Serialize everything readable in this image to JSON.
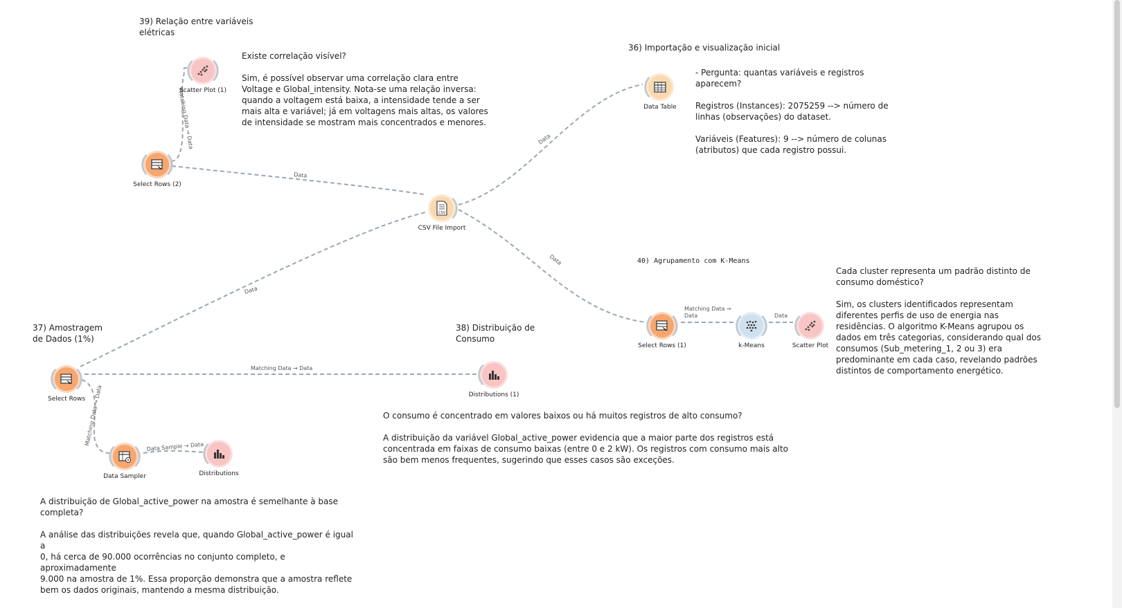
{
  "colors": {
    "link": "#9aa6b2",
    "orange_fill": "#f6a76f",
    "orange_ring": "#f9d7bd",
    "red_fill": "#f8c4c4",
    "red_ring": "#fbdede",
    "blue_fill": "#cfe0ef",
    "blue_ring": "#e4edf5",
    "peach_fill": "#fbd9b0",
    "peach_ring": "#fde8cf"
  },
  "nodes": {
    "scatter_plot_1": {
      "label": "Scatter Plot (1)",
      "icon": "scatter-plot-icon"
    },
    "select_rows_2": {
      "label": "Select Rows (2)",
      "icon": "select-rows-icon"
    },
    "csv_file_import": {
      "label": "CSV File Import",
      "icon": "csv-file-icon",
      "icon_text": "CSV"
    },
    "data_table": {
      "label": "Data Table",
      "icon": "data-table-icon"
    },
    "select_rows": {
      "label": "Select Rows",
      "icon": "select-rows-icon"
    },
    "data_sampler": {
      "label": "Data Sampler",
      "icon": "data-sampler-icon"
    },
    "distributions": {
      "label": "Distributions",
      "icon": "distributions-icon"
    },
    "distributions_1": {
      "label": "Distributions (1)",
      "icon": "distributions-icon"
    },
    "select_rows_1": {
      "label": "Select Rows (1)",
      "icon": "select-rows-icon"
    },
    "k_means": {
      "label": "k-Means",
      "icon": "k-means-icon"
    },
    "scatter_plot": {
      "label": "Scatter Plot",
      "icon": "scatter-plot-icon"
    }
  },
  "links": {
    "sr2_to_scatter1": "Matching Data → Data",
    "csv_to_sr2": "Data",
    "csv_to_datatable": "Data",
    "csv_to_selectrows": "Data",
    "csv_to_sr1": "Data",
    "selectrows_to_dist1": "Matching Data → Data",
    "selectrows_to_sampler": "Matching Data → Data",
    "sampler_to_dist": "Data Sample → Data",
    "sr1_to_kmeans": "Matching Data →\nData",
    "kmeans_to_scatter": "Data"
  },
  "notes": {
    "n39_title": "39) Relação entre variáveis\nelétricas",
    "n39_body": "Existe correlação visível?\n\nSim, é possível observar uma correlação clara entre\nVoltage e Global_intensity. Nota-se uma relação inversa:\nquando a voltagem está baixa, a intensidade tende a ser\nmais alta e variável; já em voltagens mais altas, os valores\nde intensidade se mostram mais concentrados e menores.",
    "n36_title": "36) Importação e visualização inicial",
    "n36_body": "- Pergunta: quantas variáveis e registros\naparecem?\n\nRegistros (Instances): 2075259 --> número de\nlinhas (observações) do dataset.\n\nVariáveis (Features): 9 --> número de colunas\n(atributos) que cada registro possui.",
    "n40_title": "40) Agrupamento com K-Means",
    "n40_body": "Cada cluster representa um padrão distinto de\nconsumo doméstico?\n\nSim, os clusters identificados representam\ndiferentes perfis de uso de energia nas\nresidências. O algoritmo K-Means agrupou os\ndados em três categorias, considerando qual dos\nconsumos (Sub_metering_1, 2 ou 3) era\npredominante em cada caso, revelando padrões\ndistintos de comportamento energético.",
    "n37_title": "37) Amostragem\nde Dados (1%)",
    "n38_title": "38) Distribuição de\nConsumo",
    "n38_body": "O consumo é concentrado em valores baixos ou há muitos registros de alto consumo?\n\nA distribuição da variável Global_active_power evidencia que a maior parte dos registros está\nconcentrada em faixas de consumo baixas (entre 0 e 2 kW). Os registros com consumo mais alto\nsão bem menos frequentes, sugerindo que esses casos são exceções.",
    "n37_body": "A distribuição de Global_active_power na amostra é semelhante à base\ncompleta?\n\nA análise das distribuições revela que, quando Global_active_power é igual a\n0, há cerca de 90.000 ocorrências no conjunto completo, e aproximadamente\n9.000 na amostra de 1%. Essa proporção demonstra que a amostra reflete\nbem os dados originais, mantendo a mesma distribuição."
  }
}
